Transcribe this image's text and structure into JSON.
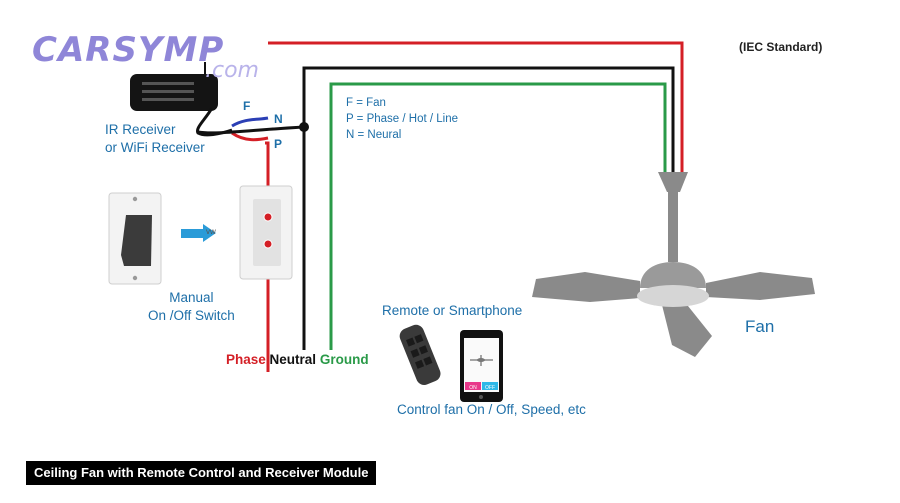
{
  "logo": {
    "brand": "CARSYMP",
    "suffix": ".com"
  },
  "standard_note": "(IEC Standard)",
  "legend": [
    "F = Fan",
    "P = Phase / Hot / Line",
    "N = Neural"
  ],
  "receiver_label": [
    "IR Receiver",
    "or WiFi Receiver"
  ],
  "wire_letters": {
    "f": "F",
    "n": "N",
    "p": "P"
  },
  "switch_label": [
    "Manual",
    "On /Off Switch"
  ],
  "wires": {
    "phase": "Phase",
    "neutral": "Neutral",
    "ground": "Ground"
  },
  "remote_title": "Remote  or  Smartphone",
  "remote_caption": "Control fan On / Off, Speed, etc",
  "phone_buttons": {
    "on": "ON",
    "off": "OFF"
  },
  "fan_label": "Fan",
  "caption": "Ceiling Fan with Remote Control and Receiver Module",
  "colors": {
    "phase": "#d41f26",
    "neutral": "#111111",
    "ground": "#2a9a48",
    "text_blue": "#1e6fa8",
    "fan_grey": "#8a8a8a"
  }
}
